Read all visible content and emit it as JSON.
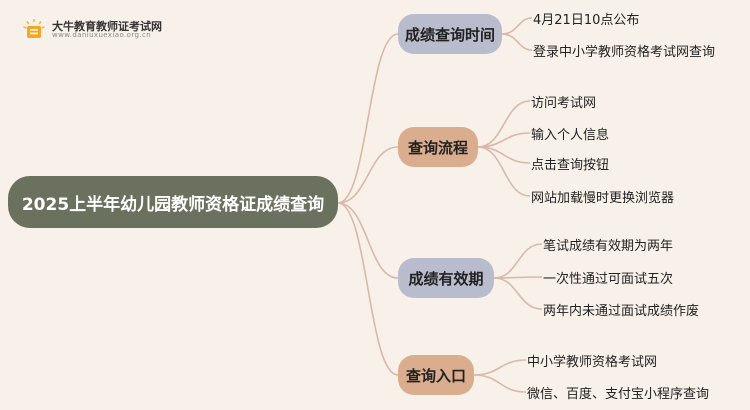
{
  "logo": {
    "title": "大牛教育教师证考试网",
    "subtitle": "www.daniuxuexiao.org.cn"
  },
  "root": {
    "label": "2025上半年幼儿园教师资格证成绩查询"
  },
  "branches": [
    {
      "label": "成绩查询时间",
      "items": [
        "4月21日10点公布",
        "登录中小学教师资格考试网查询"
      ]
    },
    {
      "label": "查询流程",
      "items": [
        "访问考试网",
        "输入个人信息",
        "点击查询按钮",
        "网站加载慢时更换浏览器"
      ]
    },
    {
      "label": "成绩有效期",
      "items": [
        "笔试成绩有效期为两年",
        "一次性通过可面试五次",
        "两年内未通过面试成绩作废"
      ]
    },
    {
      "label": "查询入口",
      "items": [
        "中小学教师资格考试网",
        "微信、百度、支付宝小程序查询"
      ]
    }
  ],
  "colors": {
    "background": "#f8f1e9",
    "root": "#6b715f",
    "branch_gray": "#b9bccc",
    "branch_peach": "#d9ad8e",
    "link": "#d9b8a8"
  }
}
